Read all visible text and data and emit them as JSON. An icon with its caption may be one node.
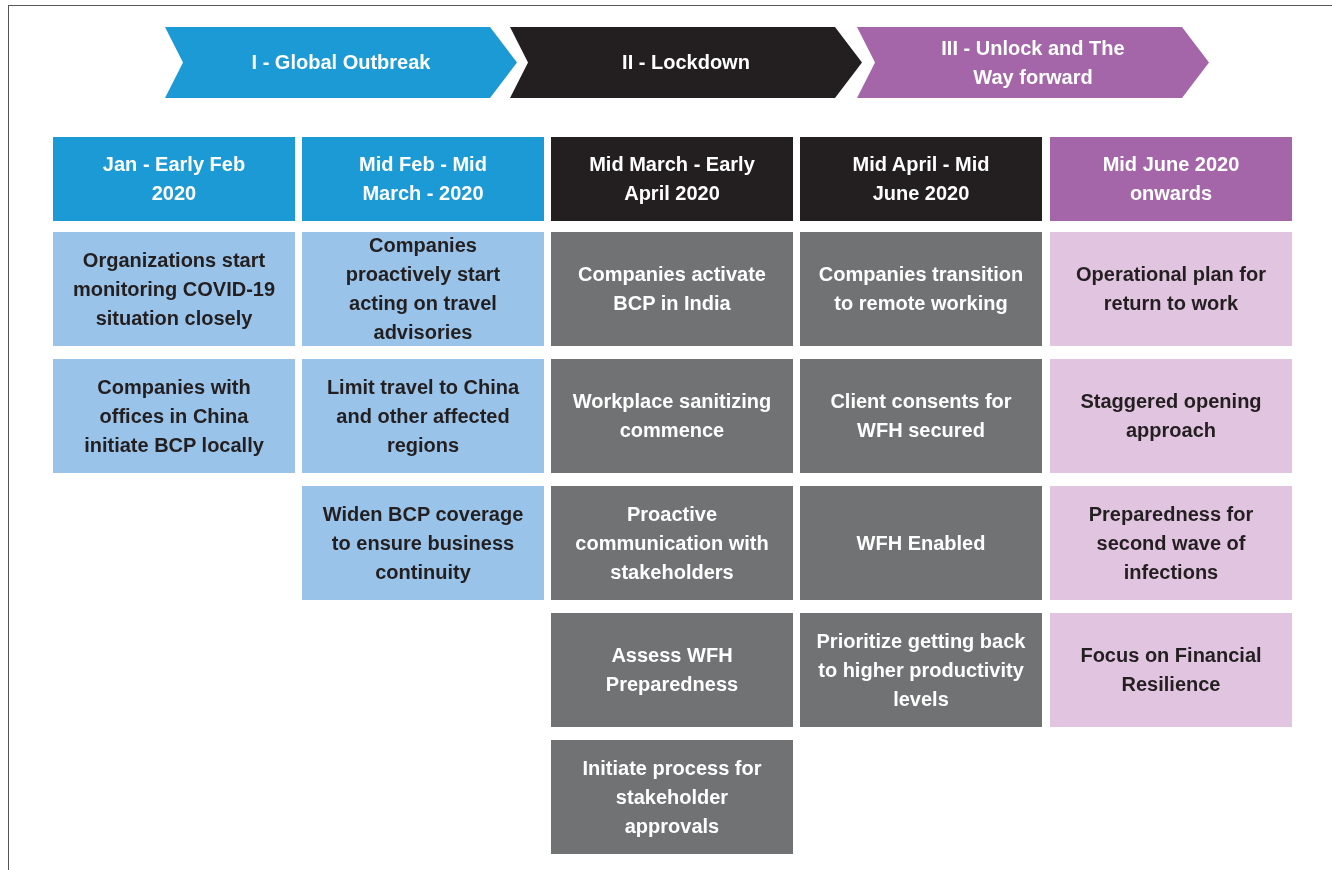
{
  "diagram": {
    "nodes": [
      {
        "text": [
          "I - Global Outbreak"
        ]
      },
      {
        "text": [
          "II - Lockdown"
        ]
      },
      {
        "text": [
          "III - Unlock and The Way forward"
        ]
      },
      {
        "text": [
          "Jan - Early Feb 2020"
        ]
      },
      {
        "text": [
          "Mid Feb - Mid March - 2020"
        ]
      },
      {
        "text": [
          "Mid March - Early April 2020"
        ]
      },
      {
        "text": [
          "Mid April - Mid June 2020"
        ]
      },
      {
        "text": [
          "Mid June 2020 onwards"
        ]
      },
      {
        "text": [
          "Organizations start monitoring COVID-19 situation closely"
        ]
      },
      {
        "text": [
          "Companies proactively start acting on travel advisories"
        ]
      },
      {
        "text": [
          "Companies activate BCP in India"
        ]
      },
      {
        "text": [
          "Companies transition to remote working"
        ]
      },
      {
        "text": [
          "Operational plan for return to work"
        ]
      },
      {
        "text": [
          "Companies with offices in China initiate BCP locally"
        ]
      },
      {
        "text": [
          "Limit travel to China and other affected regions"
        ]
      },
      {
        "text": [
          "Workplace sanitizing commence"
        ]
      },
      {
        "text": [
          "Client consents for WFH secured"
        ]
      },
      {
        "text": [
          "Staggered opening approach"
        ]
      },
      {
        "text": [
          "Widen BCP coverage to ensure business continuity"
        ]
      },
      {
        "text": [
          "Proactive communication with stakeholders"
        ]
      },
      {
        "text": [
          "WFH Enabled"
        ]
      },
      {
        "text": [
          "Preparedness for second wave of infections"
        ]
      },
      {
        "text": [
          "Assess WFH Preparedness"
        ]
      },
      {
        "text": [
          "Prioritize getting back to higher productivity levels"
        ]
      },
      {
        "text": [
          "Focus on Financial Resilience"
        ]
      },
      {
        "text": [
          "Initiate process for stakeholder approvals"
        ]
      }
    ]
  }
}
